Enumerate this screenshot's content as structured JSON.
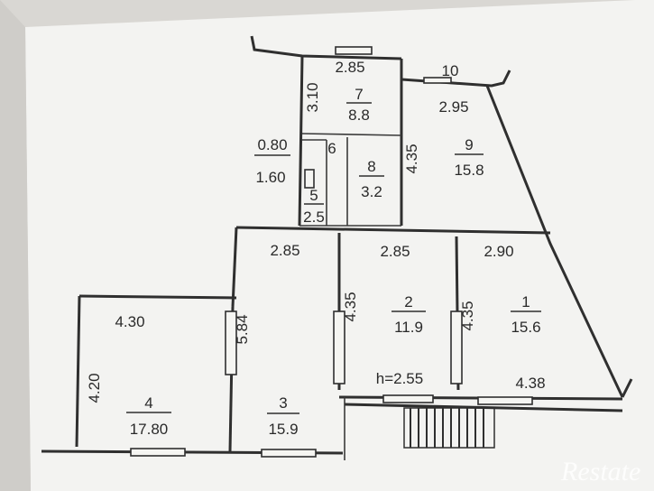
{
  "plan": {
    "rooms": [
      {
        "number": "1",
        "area": "15.6"
      },
      {
        "number": "2",
        "area": "11.9"
      },
      {
        "number": "3",
        "area": "15.9"
      },
      {
        "number": "4",
        "area": "17.80"
      },
      {
        "number": "5",
        "area": "2.5"
      },
      {
        "number": "6",
        "area": ""
      },
      {
        "number": "7",
        "area": "8.8"
      },
      {
        "number": "8",
        "area": "3.2"
      },
      {
        "number": "9",
        "area": "15.8"
      },
      {
        "number": "10",
        "area": ""
      }
    ],
    "dimensions": {
      "top_7": "2.85",
      "side_7": "3.10",
      "top_9": "2.95",
      "side_9": "4.35",
      "small_w": "0.80",
      "small_h": "1.60",
      "top_3": "2.85",
      "top_2": "2.85",
      "top_1": "2.90",
      "side_3": "5.84",
      "side_2": "4.35",
      "side_1": "4.35",
      "top_4": "4.30",
      "side_4": "4.20",
      "bottom_1": "4.38"
    },
    "ceiling_height": "h=2.55"
  },
  "watermark": "Restate"
}
